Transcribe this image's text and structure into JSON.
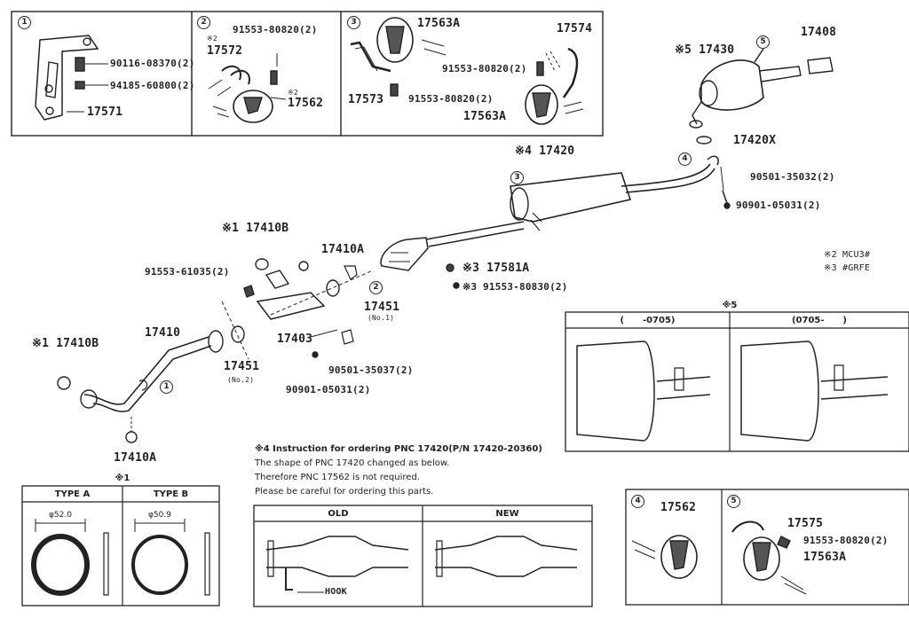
{
  "panels": {
    "p1": {
      "marker": "1",
      "parts": [
        "90116-08370(2)",
        "94185-60800(2)",
        "17571"
      ]
    },
    "p2": {
      "marker": "2",
      "note": "※2",
      "parts": [
        "91553-80820(2)",
        "17572",
        "17562"
      ],
      "note2": "※2"
    },
    "p3": {
      "marker": "3",
      "parts": [
        "17563A",
        "17574",
        "91553-80820(2)",
        "17573",
        "91553-80820(2)",
        "17563A"
      ]
    },
    "p4": {
      "marker": "4",
      "parts": [
        "17562"
      ]
    },
    "p5": {
      "marker": "5",
      "parts": [
        "17575",
        "91553-80820(2)",
        "17563A"
      ]
    }
  },
  "main_labels": {
    "l17430": "※5 17430",
    "c5": "5",
    "l17408": "17408",
    "l17420x": "17420X",
    "c4": "4",
    "l90501a": "90501-35032(2)",
    "l90901a": "90901-05031(2)",
    "l17420": "※4 17420",
    "c3": "3",
    "l17410b_top": "※1 17410B",
    "l17410a_top": "17410A",
    "l91553_61035": "91553-61035(2)",
    "l17581a": "※3 17581A",
    "l91553_80830": "※3 91553-80830(2)",
    "c2": "2",
    "l17451_no1": "17451",
    "no1": "(No.1)",
    "l17403": "17403",
    "l17410": "17410",
    "l17410b_left": "※1 17410B",
    "c1": "1",
    "l17451_no2": "17451",
    "no2": "(No.2)",
    "l90501b": "90501-35037(2)",
    "l90901b": "90901-05031(2)",
    "l17410a_bottom": "17410A",
    "mcu": "※2 MCU3#",
    "grfe": "※3 #GRFE"
  },
  "variant_table": {
    "mark": "※5",
    "col1": "(      -0705)",
    "col2": "(0705-      )"
  },
  "instruction": {
    "title": "※4 Instruction for ordering PNC 17420(P/N 17420-20360)",
    "lines": [
      "The shape of PNC 17420 changed as below.",
      "Therefore PNC 17562 is not required.",
      "Please be careful for ordering this parts."
    ],
    "old": "OLD",
    "new": "NEW",
    "hook": "HOOK"
  },
  "type_table": {
    "mark": "※1",
    "type_a": "TYPE A",
    "type_b": "TYPE B",
    "dim_a": "φ52.0",
    "dim_b": "φ50.9"
  }
}
